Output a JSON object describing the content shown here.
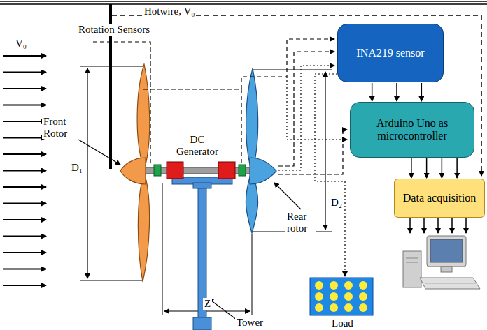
{
  "diagram": {
    "nodes": [
      {
        "text": [
          "INA219 sensor"
        ]
      },
      {
        "text": [
          "Arduino Uno as microcontroller"
        ]
      },
      {
        "text": [
          "Data acquisition"
        ]
      }
    ],
    "edges": [
      {
        "from": 0,
        "to": 1,
        "arrow": "to"
      },
      {
        "from": 0,
        "to": 1,
        "arrow": "to"
      },
      {
        "from": 0,
        "to": 1,
        "arrow": "to"
      },
      {
        "from": 1,
        "to": 2,
        "arrow": "to"
      },
      {
        "from": 1,
        "to": 2,
        "arrow": "to"
      },
      {
        "from": 1,
        "to": 2,
        "arrow": "to"
      },
      {
        "from": 1,
        "to": 2,
        "arrow": "to"
      }
    ],
    "labels": [
      "Hotwire, V₀",
      "V₀",
      "Rotation Sensors",
      "DC Generator",
      "Front Rotor",
      "D₁",
      "D₂",
      "Rear rotor",
      "Z",
      "Tower",
      "Load"
    ]
  }
}
